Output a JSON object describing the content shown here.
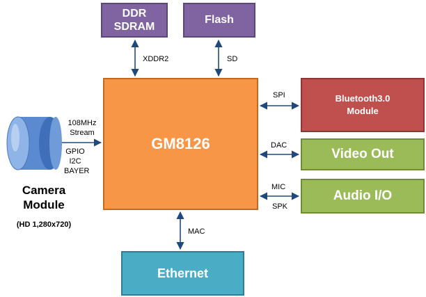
{
  "blocks": {
    "ddr": [
      "DDR",
      "SDRAM"
    ],
    "flash": "Flash",
    "soc": "GM8126",
    "bluetooth": [
      "Bluetooth3.0",
      "Module"
    ],
    "video_out": "Video Out",
    "audio_io": "Audio I/O",
    "ethernet": "Ethernet"
  },
  "camera": {
    "title": [
      "Camera",
      "Module"
    ],
    "resolution": "(HD 1,280x720)",
    "signals": [
      "108MHz",
      "Stream",
      "GPIO",
      "I2C",
      "BAYER"
    ]
  },
  "links": {
    "ddr": "XDDR2",
    "flash": "SD",
    "bluetooth": "SPI",
    "video": "DAC",
    "audio_in": "MIC",
    "audio_out": "SPK",
    "ethernet": "MAC"
  },
  "colors": {
    "memory": "#8064a2",
    "soc": "#f79646",
    "bluetooth": "#c0504d",
    "av": "#9bbb59",
    "ethernet": "#4bacc6",
    "camera": "#6f9bd8",
    "connector": "#1f497d"
  }
}
